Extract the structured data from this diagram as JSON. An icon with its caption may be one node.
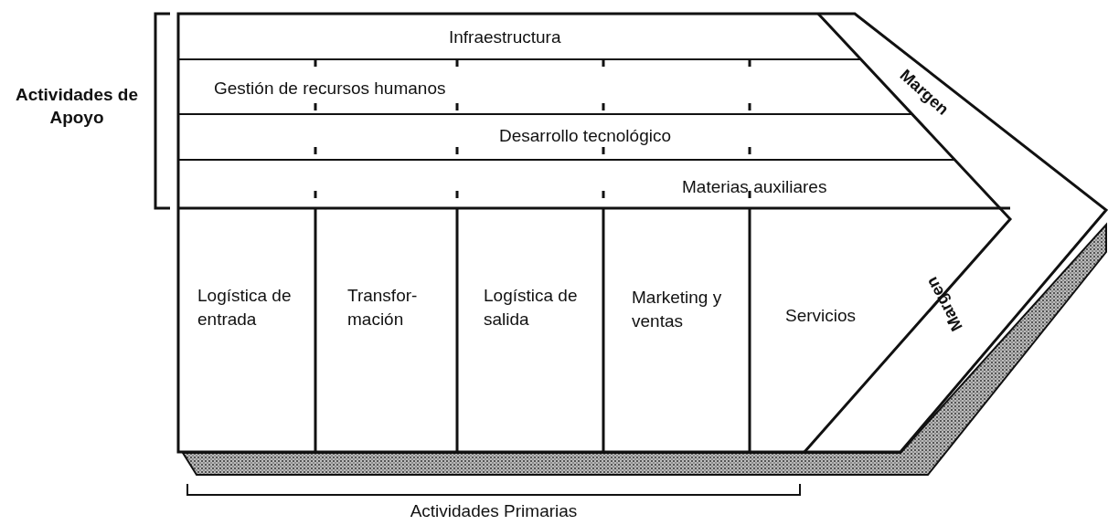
{
  "diagram": {
    "nodes": [
      {
        "text": [
          "Infraestructura"
        ]
      },
      {
        "text": [
          "Gestión de recursos humanos"
        ]
      },
      {
        "text": [
          "Desarrollo tecnológico"
        ]
      },
      {
        "text": [
          "Materias auxiliares"
        ]
      },
      {
        "text": [
          "Logística de entrada"
        ]
      },
      {
        "text": [
          "Transfor- mación"
        ]
      },
      {
        "text": [
          "Logística de salida"
        ]
      },
      {
        "text": [
          "Marketing y ventas"
        ]
      },
      {
        "text": [
          "Servicios"
        ]
      },
      {
        "text": [
          "Margen"
        ]
      },
      {
        "text": [
          "Margen"
        ]
      }
    ],
    "labels": [
      "Actividades de Apoyo",
      "Actividades Primarias"
    ]
  }
}
